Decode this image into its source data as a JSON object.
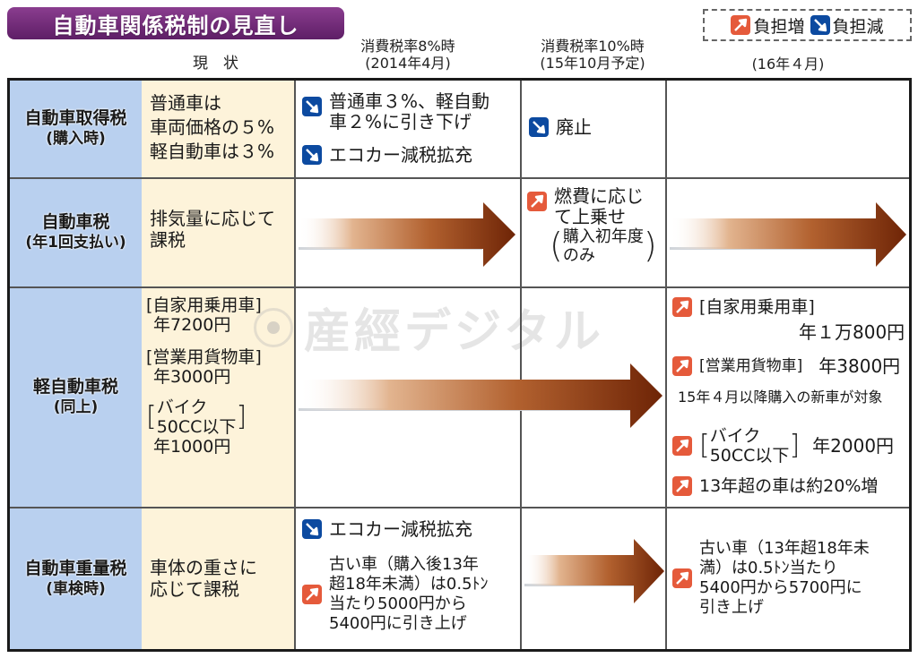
{
  "title": "自動車関係税制の見直し",
  "legend": {
    "increase": {
      "icon": "burden-increase-icon",
      "label": "負担増",
      "color": "#e55a3b"
    },
    "decrease": {
      "icon": "burden-decrease-icon",
      "label": "負担減",
      "color": "#0c4aa0"
    }
  },
  "columns": {
    "current": "現　状",
    "tax8": {
      "line1": "消費税率8%時",
      "line2": "(2014年4月)"
    },
    "tax10": {
      "line1": "消費税率10%時",
      "line2": "(15年10月予定)"
    },
    "apr16": {
      "line1": "(16年４月)"
    }
  },
  "colors": {
    "title_bg": "#6e2a76",
    "label_col_bg": "#b9d0ef",
    "current_col_bg": "#fdf3da",
    "arrow_dark": "#7a2a08",
    "increase": "#e55a3b",
    "decrease": "#0c4aa0"
  },
  "rows": [
    {
      "label": "自動車取得税",
      "sub": "(購入時)",
      "current": [
        "普通車は",
        "車両価格の５%",
        "軽自動車は３%"
      ],
      "tax8": [
        {
          "type": "decrease",
          "lines": [
            "普通車３%、軽自動",
            "車２%に引き下げ"
          ]
        },
        {
          "type": "decrease",
          "lines": [
            "エコカー減税拡充"
          ]
        }
      ],
      "tax10": [
        {
          "type": "decrease",
          "lines": [
            "廃止"
          ]
        }
      ],
      "apr16": []
    },
    {
      "label": "自動車税",
      "sub": "(年1回支払い)",
      "current": [
        "排気量に応じて",
        "課税"
      ],
      "tax8": "arrow",
      "tax10": [
        {
          "type": "increase",
          "lines": [
            "燃費に応じ",
            "て上乗せ"
          ],
          "note": [
            "購入初年度",
            "のみ"
          ]
        }
      ],
      "apr16": "arrow"
    },
    {
      "label": "軽自動車税",
      "sub": "(同上)",
      "current": [
        {
          "category": "[自家用乗用車]",
          "amount": "年7200円"
        },
        {
          "category": "[営業用貨物車]",
          "amount": "年3000円"
        },
        {
          "category_lines": [
            "バイク",
            "50CC以下"
          ],
          "amount": "年1000円"
        }
      ],
      "tax8_tax10": "arrow",
      "apr16": [
        {
          "type": "increase",
          "category": "[自家用乗用車]",
          "amount": "年１万800円"
        },
        {
          "type": "increase",
          "category": "[営業用貨物車]",
          "amount": "年3800円"
        },
        {
          "type": "note",
          "text": "15年４月以降購入の新車が対象"
        },
        {
          "type": "increase",
          "category_lines": [
            "バイク",
            "50CC以下"
          ],
          "amount": "年2000円"
        },
        {
          "type": "increase",
          "text": "13年超の車は約20%増"
        }
      ]
    },
    {
      "label": "自動車重量税",
      "sub": "(車検時)",
      "current": [
        "車体の重さに",
        "応じて課税"
      ],
      "tax8": [
        {
          "type": "decrease",
          "lines": [
            "エコカー減税拡充"
          ]
        },
        {
          "type": "increase",
          "lines": [
            "古い車（購入後13年",
            "超18年未満）は0.5ﾄﾝ",
            "当たり5000円から",
            "5400円に引き上げ"
          ]
        }
      ],
      "tax10": "arrow",
      "apr16": [
        {
          "type": "increase",
          "lines": [
            "古い車（13年超18年未",
            "満）は0.5ﾄﾝ当たり",
            "5400円から5700円に",
            "引き上げ"
          ]
        }
      ]
    }
  ],
  "watermark": "産經デジタル"
}
